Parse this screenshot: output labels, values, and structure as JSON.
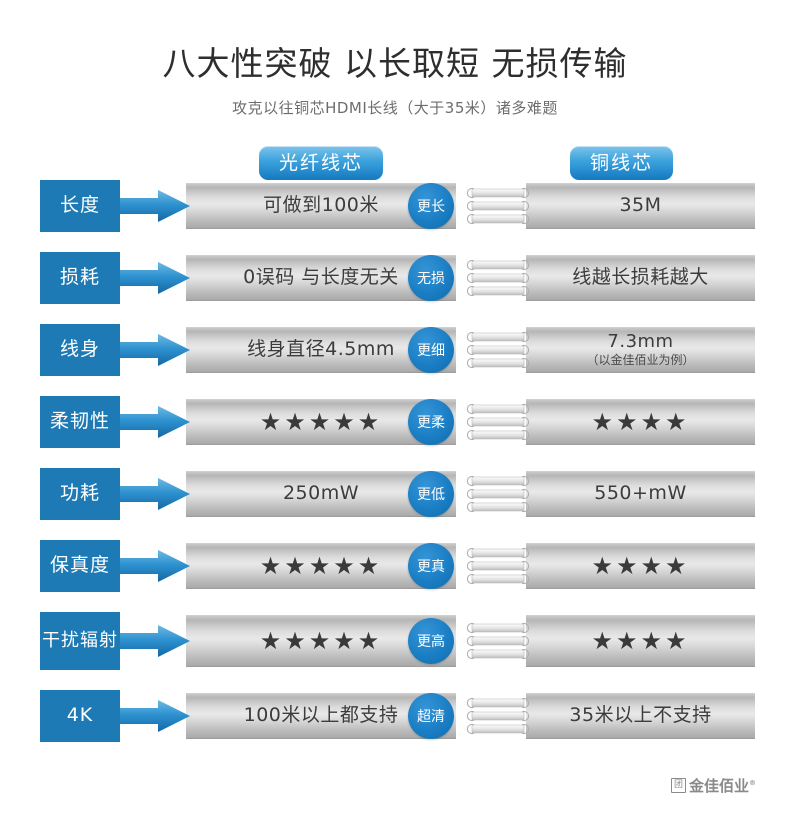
{
  "header": {
    "title": "八大性突破 以长取短 无损传输",
    "subtitle": "攻克以往铜芯HDMI长线（大于35米）诸多难题"
  },
  "columns": {
    "fiber_label": "光纤线芯",
    "copper_label": "铜线芯"
  },
  "colors": {
    "label_blue": "#1d7ab4",
    "badge_blue": "#1b7ec4",
    "bar_grey": "#d6d6d6",
    "star_dark": "#3a3a3a",
    "title_grey": "#2e2e2e",
    "subtitle_grey": "#6d6d6d",
    "logo_grey": "#8a8a8a"
  },
  "rows": [
    {
      "label": "长度",
      "fiber": "可做到100米",
      "fiber_stars": 0,
      "pill": "更长",
      "copper": "35M",
      "copper_stars": 0,
      "copper_sub": ""
    },
    {
      "label": "损耗",
      "fiber": "0误码 与长度无关",
      "fiber_stars": 0,
      "pill": "无损",
      "copper": "线越长损耗越大",
      "copper_stars": 0,
      "copper_sub": ""
    },
    {
      "label": "线身",
      "fiber": "线身直径4.5mm",
      "fiber_stars": 0,
      "pill": "更细",
      "copper": "7.3mm",
      "copper_stars": 0,
      "copper_sub": "（以金佳佰业为例）"
    },
    {
      "label": "柔韧性",
      "fiber": "",
      "fiber_stars": 5,
      "pill": "更柔",
      "copper": "",
      "copper_stars": 4,
      "copper_sub": ""
    },
    {
      "label": "功耗",
      "fiber": "250mW",
      "fiber_stars": 0,
      "pill": "更低",
      "copper": "550+mW",
      "copper_stars": 0,
      "copper_sub": ""
    },
    {
      "label": "保真度",
      "fiber": "",
      "fiber_stars": 5,
      "pill": "更真",
      "copper": "",
      "copper_stars": 4,
      "copper_sub": ""
    },
    {
      "label": "干扰\n辐射",
      "fiber": "",
      "fiber_stars": 5,
      "pill": "更高",
      "copper": "",
      "copper_stars": 4,
      "copper_sub": ""
    },
    {
      "label": "4K",
      "fiber": "100米以上都支持",
      "fiber_stars": 0,
      "pill": "超清",
      "copper": "35米以上不支持",
      "copper_stars": 0,
      "copper_sub": ""
    }
  ],
  "footer": {
    "logo_mark": "团",
    "logo_text": "金佳佰业",
    "registered": "®"
  }
}
